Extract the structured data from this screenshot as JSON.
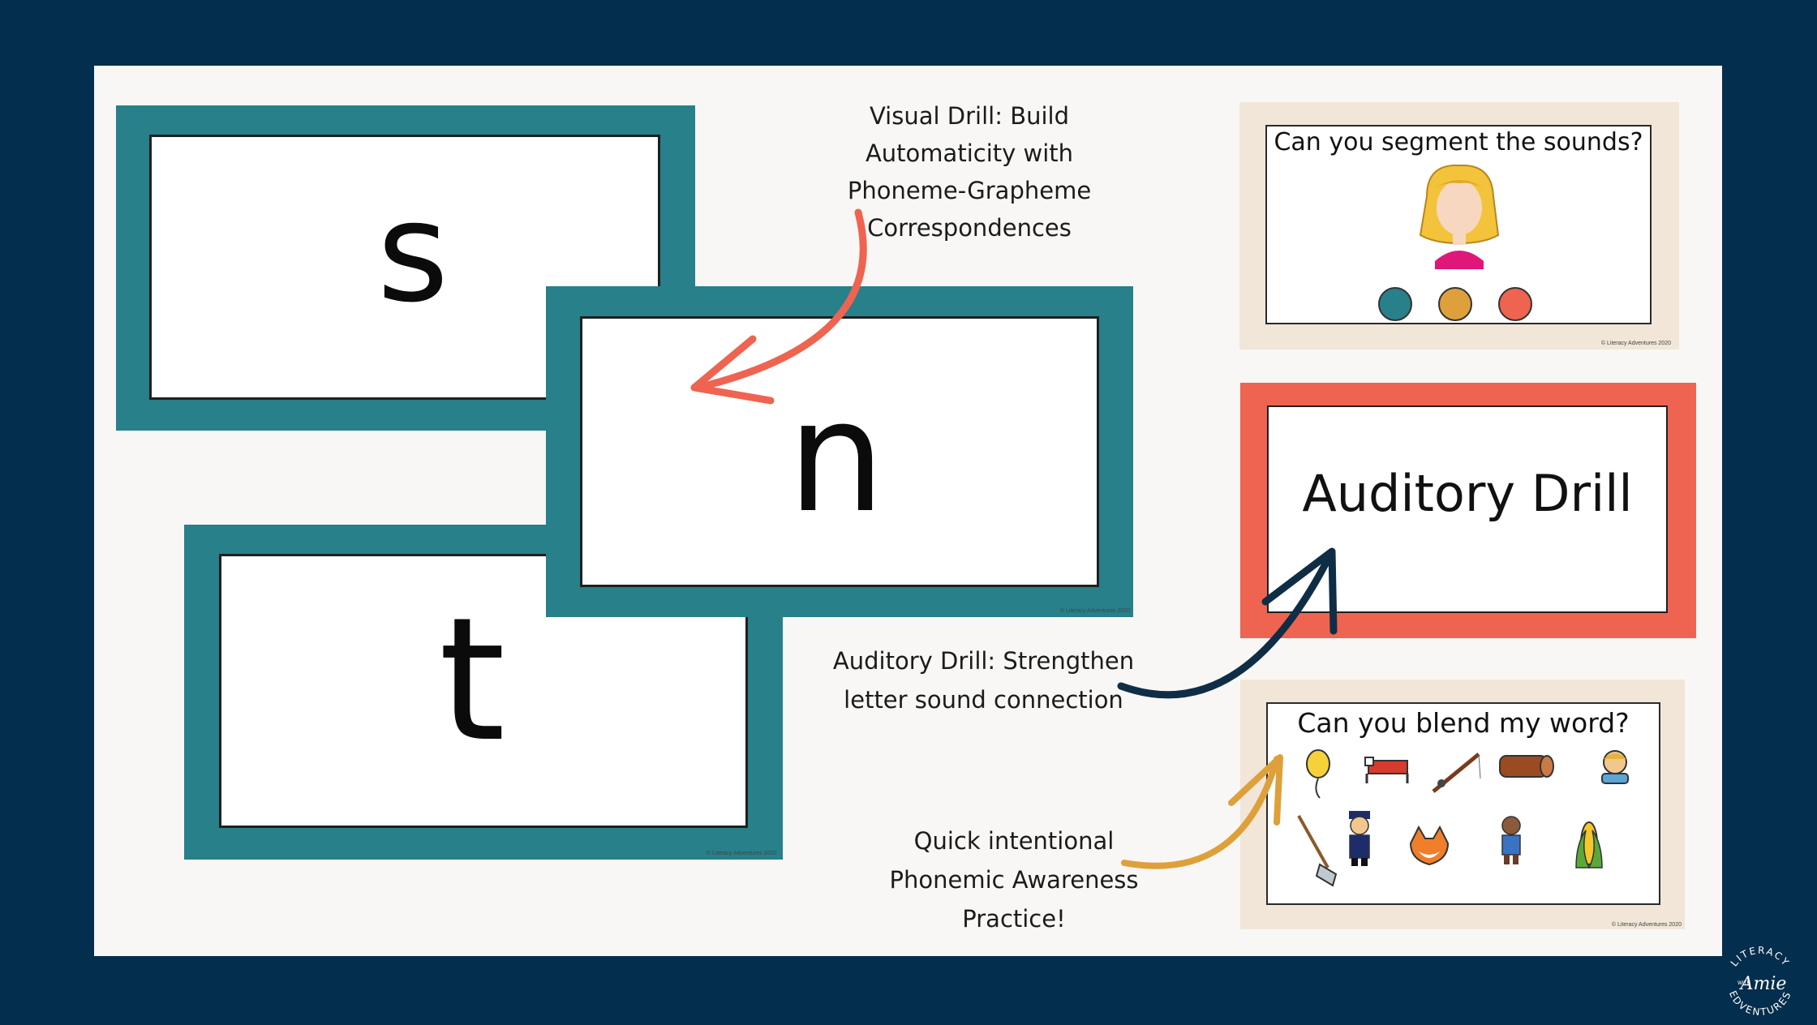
{
  "colors": {
    "background": "#042e4d",
    "teal": "#27808a",
    "coral": "#ee6450",
    "gold": "#dea03a",
    "beige": "#f1e6d7",
    "navy_arrow": "#0f2e46"
  },
  "letter_cards": {
    "s": "s",
    "n": "n",
    "t": "t",
    "copyright": "© Literacy Adventures 2020"
  },
  "captions": {
    "visual_drill": [
      "Visual Drill: Build",
      "Automaticity with",
      "Phoneme-Grapheme",
      "Correspondences"
    ],
    "auditory_drill": [
      "Auditory Drill: Strengthen",
      "letter sound connection"
    ],
    "phonemic": [
      "Quick intentional",
      "Phonemic Awareness",
      "Practice!"
    ]
  },
  "segment_slide": {
    "title": "Can you segment the sounds?",
    "copyright": "© Literacy Adventures 2020",
    "dots": [
      "#27808a",
      "#dea03a",
      "#ee6450"
    ]
  },
  "auditory_slide": {
    "title": "Auditory Drill"
  },
  "blend_slide": {
    "title": "Can you blend my word?",
    "copyright": "© Literacy Adventures 2020",
    "pictures": [
      "balloon-icon",
      "bed-icon",
      "fishing-rod-icon",
      "log-icon",
      "girl-icon",
      "mop-icon",
      "police-officer-icon",
      "fox-icon",
      "child-icon",
      "corn-icon"
    ]
  },
  "logo": {
    "top": "LITERACY",
    "with": "WITH",
    "name": "Amie",
    "bottom": "EDVENTURES"
  }
}
